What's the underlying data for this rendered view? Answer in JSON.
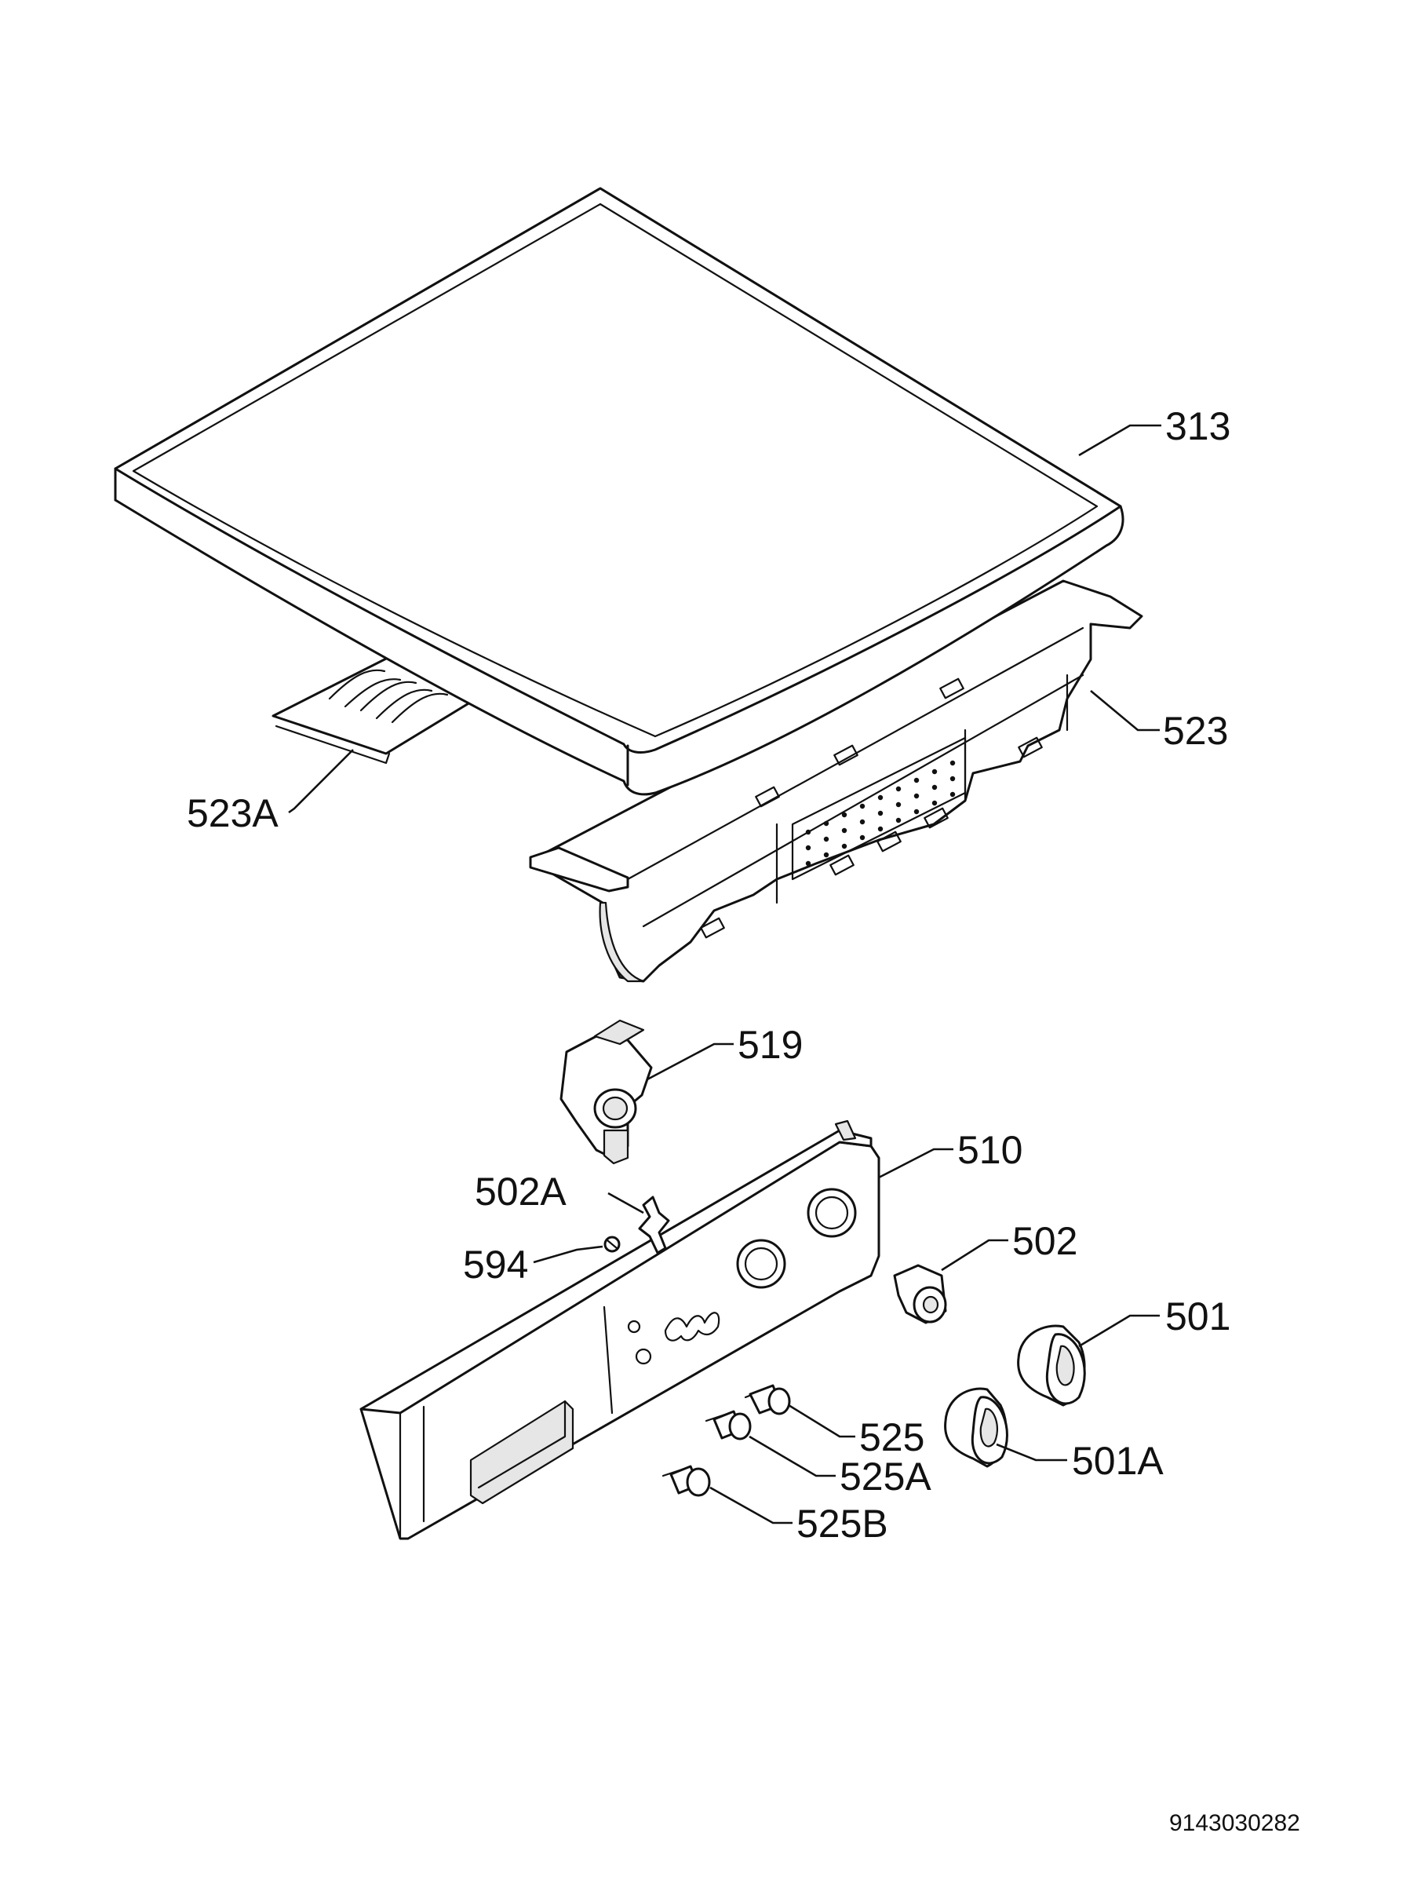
{
  "labels": {
    "p313": "313",
    "p523": "523",
    "p523A": "523A",
    "p519": "519",
    "p510": "510",
    "p502A": "502A",
    "p594": "594",
    "p502": "502",
    "p501": "501",
    "p525": "525",
    "p501A": "501A",
    "p525A": "525A",
    "p525B": "525B"
  },
  "document_number": "9143030282"
}
